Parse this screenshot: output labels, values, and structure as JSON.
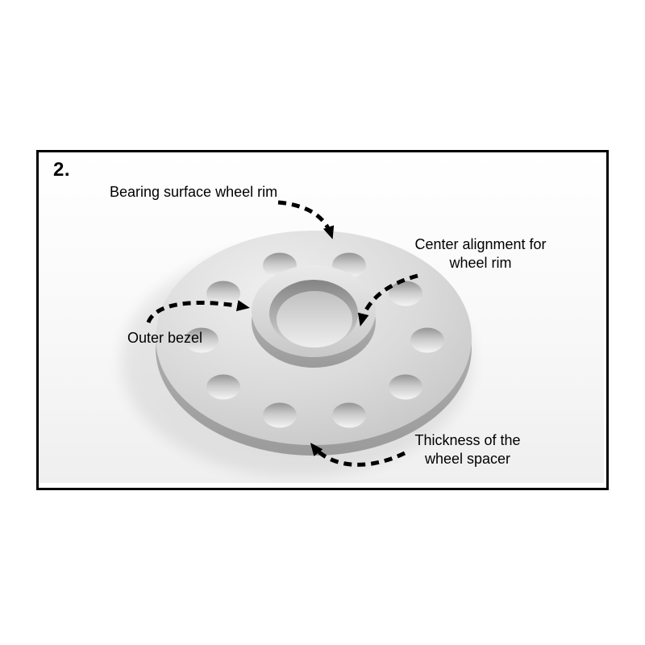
{
  "step_label": "2.",
  "annotations": {
    "bearing_surface": "Bearing surface wheel rim",
    "center_alignment": "Center alignment for\nwheel rim",
    "outer_bezel": "Outer bezel",
    "thickness": "Thickness of the\nwheel spacer"
  },
  "diagram": {
    "subject": "Aluminium wheel spacer with raised center alignment ring",
    "hole_count": 10,
    "frame_border_color": "#000000",
    "arrow_color": "#000000",
    "metal_colors": {
      "top_light": "#eeeeee",
      "top_mid": "#d9d9d9",
      "side_dark": "#9b9b9b",
      "bore_shadow": "#848484"
    }
  }
}
